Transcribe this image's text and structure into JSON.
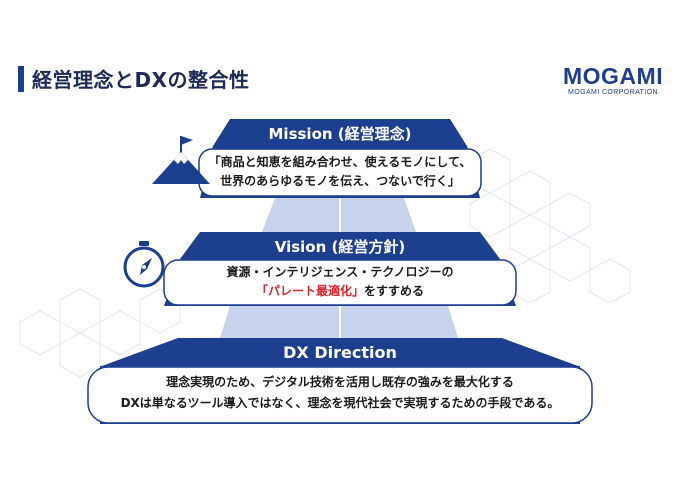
{
  "slide": {
    "title": "経営理念とDXの整合性",
    "logo": {
      "main": "MOGAMI",
      "sub": "MOGAMI CORPORATION"
    }
  },
  "mission": {
    "title": "Mission (経営理念)",
    "line1": "「商品と知恵を組み合わせ、使えるモノにして、",
    "line2": "世界のあらゆるモノを伝え、つないで行く」"
  },
  "vision": {
    "title": "Vision (経営方針)",
    "line1": "資源・インテリジェンス・テクノロジーの",
    "line2_highlight": "「パレート最適化」",
    "line2_rest": "をすすめる"
  },
  "dx": {
    "title": "DX Direction",
    "line1": "理念実現のため、デジタル技術を活用し既存の強みを最大化する",
    "line2": "DXは単なるツール導入ではなく、理念を現代社会で実現するための手段である。"
  },
  "icons": [
    "mountain-flag-icon",
    "compass-icon"
  ],
  "colors": {
    "navy": "#1d3f8f",
    "highlight": "#d4262c",
    "pillar": "#c7d3ec"
  }
}
